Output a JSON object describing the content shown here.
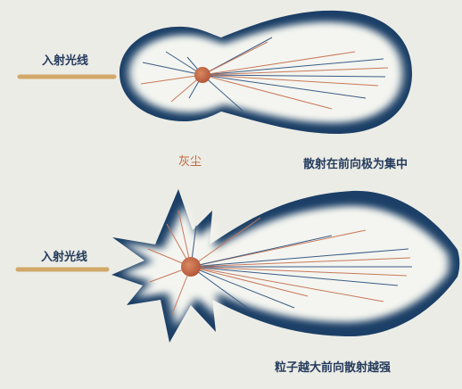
{
  "labels": {
    "incident_light_top": "入射光线",
    "incident_light_bottom": "入射光线",
    "dust": "灰尘",
    "caption_top": "散射在前向极为集中",
    "caption_bottom": "粒子越大前向散射越强"
  },
  "colors": {
    "background": "#ecece6",
    "lobe_border": "#1b3f66",
    "lobe_fill": "#f4f5f0",
    "particle": "#c76a45",
    "incident_beam": "#d1a86a",
    "ray_blue": "#3b5c86",
    "ray_orange": "#c8795a",
    "text_dark": "#243b5c",
    "text_accent": "#c0683f"
  }
}
